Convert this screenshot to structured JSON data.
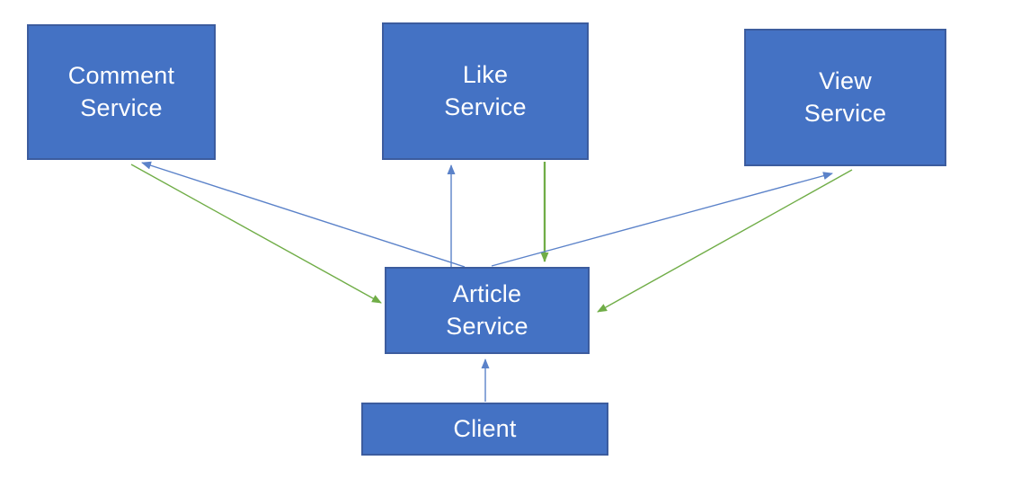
{
  "diagram": {
    "type": "architecture-diagram",
    "nodes": [
      {
        "id": "comment-service",
        "lines": [
          "Comment",
          "Service"
        ]
      },
      {
        "id": "like-service",
        "lines": [
          "Like",
          "Service"
        ]
      },
      {
        "id": "view-service",
        "lines": [
          "View",
          "Service"
        ]
      },
      {
        "id": "article-service",
        "lines": [
          "Article",
          "Service"
        ]
      },
      {
        "id": "client",
        "lines": [
          "Client"
        ]
      }
    ],
    "edges": [
      {
        "from": "article-service",
        "to": "comment-service",
        "color": "blue"
      },
      {
        "from": "comment-service",
        "to": "article-service",
        "color": "green"
      },
      {
        "from": "article-service",
        "to": "like-service",
        "color": "blue"
      },
      {
        "from": "like-service",
        "to": "article-service",
        "color": "green"
      },
      {
        "from": "article-service",
        "to": "view-service",
        "color": "blue"
      },
      {
        "from": "view-service",
        "to": "article-service",
        "color": "green"
      },
      {
        "from": "client",
        "to": "article-service",
        "color": "blue"
      }
    ],
    "colors": {
      "node_fill": "#4472C4",
      "node_border": "#3C5C9E",
      "edge_blue": "#5B82C9",
      "edge_green": "#70AD47",
      "text": "#FFFFFF",
      "background": "#FFFFFF"
    }
  }
}
